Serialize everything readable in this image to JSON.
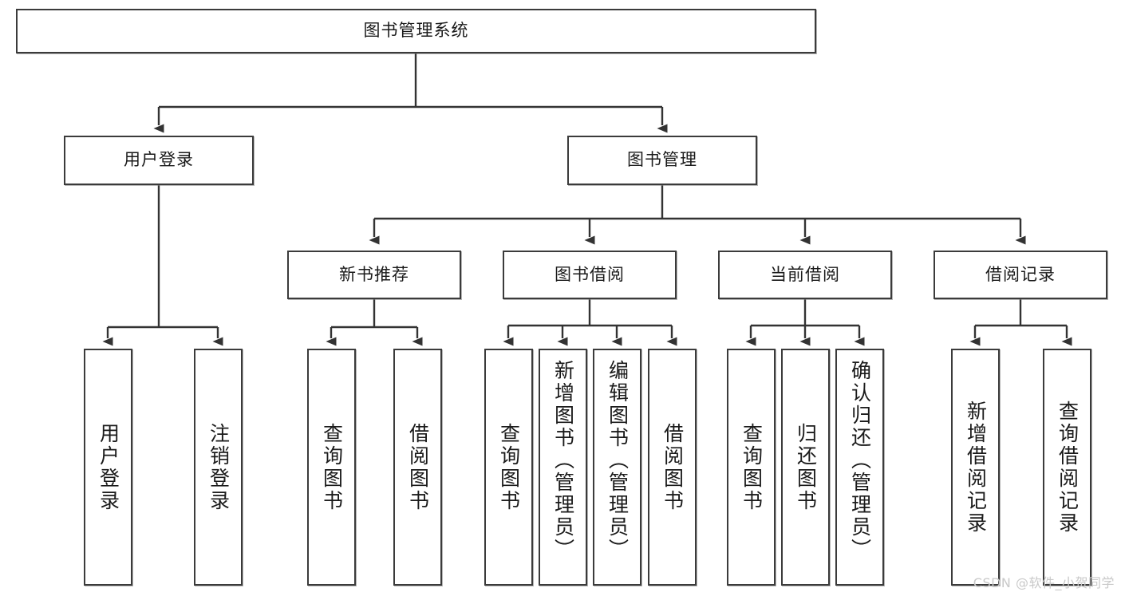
{
  "diagram": {
    "title": "图书管理系统",
    "type": "functional-structure-tree",
    "root": {
      "label": "图书管理系统"
    },
    "level2": [
      {
        "label": "用户登录"
      },
      {
        "label": "图书管理"
      }
    ],
    "level3": [
      {
        "label": "新书推荐"
      },
      {
        "label": "图书借阅"
      },
      {
        "label": "当前借阅"
      },
      {
        "label": "借阅记录"
      }
    ],
    "leaves": {
      "user_login": [
        {
          "label": "用户登录"
        },
        {
          "label": "注销登录"
        }
      ],
      "new_book_recommend": [
        {
          "label": "查询图书"
        },
        {
          "label": "借阅图书"
        }
      ],
      "book_borrow": [
        {
          "label": "查询图书"
        },
        {
          "label": "新增图书（管理员）"
        },
        {
          "label": "编辑图书（管理员）"
        },
        {
          "label": "借阅图书"
        }
      ],
      "current_borrow": [
        {
          "label": "查询图书"
        },
        {
          "label": "归还图书"
        },
        {
          "label": "确认归还（管理员）"
        }
      ],
      "borrow_record": [
        {
          "label": "新增借阅记录"
        },
        {
          "label": "查询借阅记录"
        }
      ]
    },
    "watermark": "CSDN @软件_小贺同学",
    "colors": {
      "background": "#ffffff",
      "box_border": "#3b3b3b",
      "box_fill": "#ffffff",
      "connector": "#333333",
      "text": "#1a1a1a",
      "watermark_text": "#c9c9c9"
    }
  }
}
